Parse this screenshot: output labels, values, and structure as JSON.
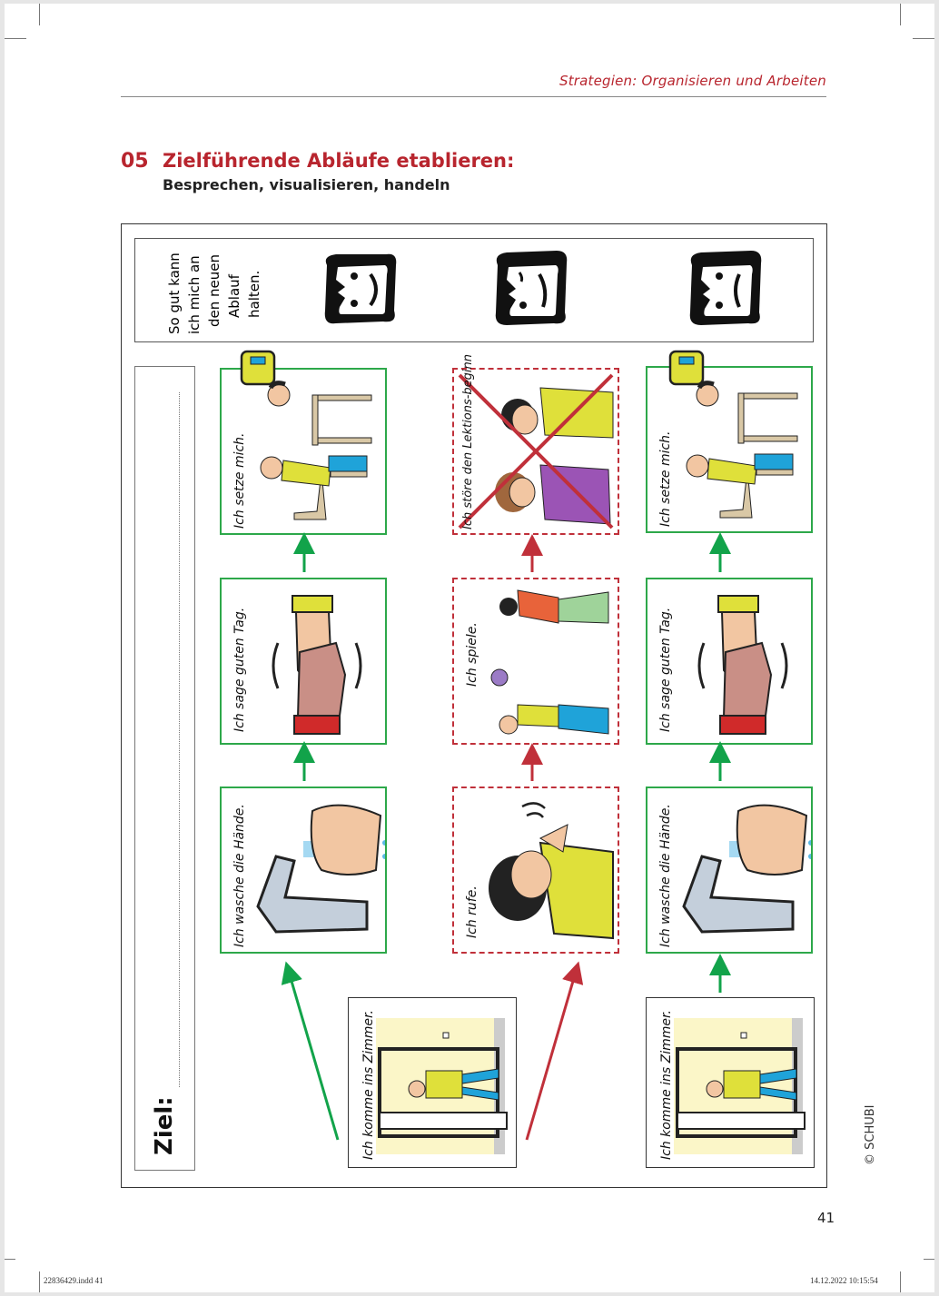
{
  "header": {
    "running_head": "Strategien: Organisieren und Arbeiten"
  },
  "section": {
    "number": "05",
    "title": "Zielführende Abläufe etablieren:",
    "subtitle": "Besprechen, visualisieren, handeln"
  },
  "rating": {
    "prompt": [
      "So gut kann",
      "ich mich an",
      "den neuen",
      "Ablauf",
      "halten."
    ],
    "faces": [
      {
        "icon": "happy-face-icon",
        "mood": "happy"
      },
      {
        "icon": "neutral-face-icon",
        "mood": "neutral"
      },
      {
        "icon": "sad-face-icon",
        "mood": "sad"
      }
    ]
  },
  "goal": {
    "label": "Ziel:"
  },
  "sequences": [
    {
      "name": "good-sequence-1",
      "color": "#2da84a",
      "start": {
        "label": "Ich komme ins Zimmer.",
        "icon": "door-entering-icon"
      },
      "steps": [
        {
          "label": "Ich wasche die Hände.",
          "icon": "washing-hands-icon"
        },
        {
          "label": "Ich sage guten Tag.",
          "icon": "handshake-icon"
        },
        {
          "label": "Ich setze mich.",
          "icon": "sitting-down-icon"
        }
      ]
    },
    {
      "name": "bad-sequence",
      "color": "#c0303a",
      "steps": [
        {
          "label": "Ich rufe.",
          "icon": "shouting-icon"
        },
        {
          "label": "Ich spiele.",
          "icon": "playing-ball-icon"
        },
        {
          "label": "Ich störe den Lektions-beginn",
          "icon": "disturbing-icon",
          "crossed_out": true
        }
      ]
    },
    {
      "name": "good-sequence-2",
      "color": "#2da84a",
      "start": {
        "label": "Ich komme ins Zimmer.",
        "icon": "door-entering-icon"
      },
      "steps": [
        {
          "label": "Ich wasche die Hände.",
          "icon": "washing-hands-icon"
        },
        {
          "label": "Ich sage guten Tag.",
          "icon": "handshake-icon"
        },
        {
          "label": "Ich setze mich.",
          "icon": "sitting-down-icon"
        }
      ]
    }
  ],
  "footer": {
    "page_number": "41",
    "copyright": "© SCHUBI",
    "slug_left": "22836429.indd   41",
    "slug_right": "14.12.2022   10:15:54"
  }
}
